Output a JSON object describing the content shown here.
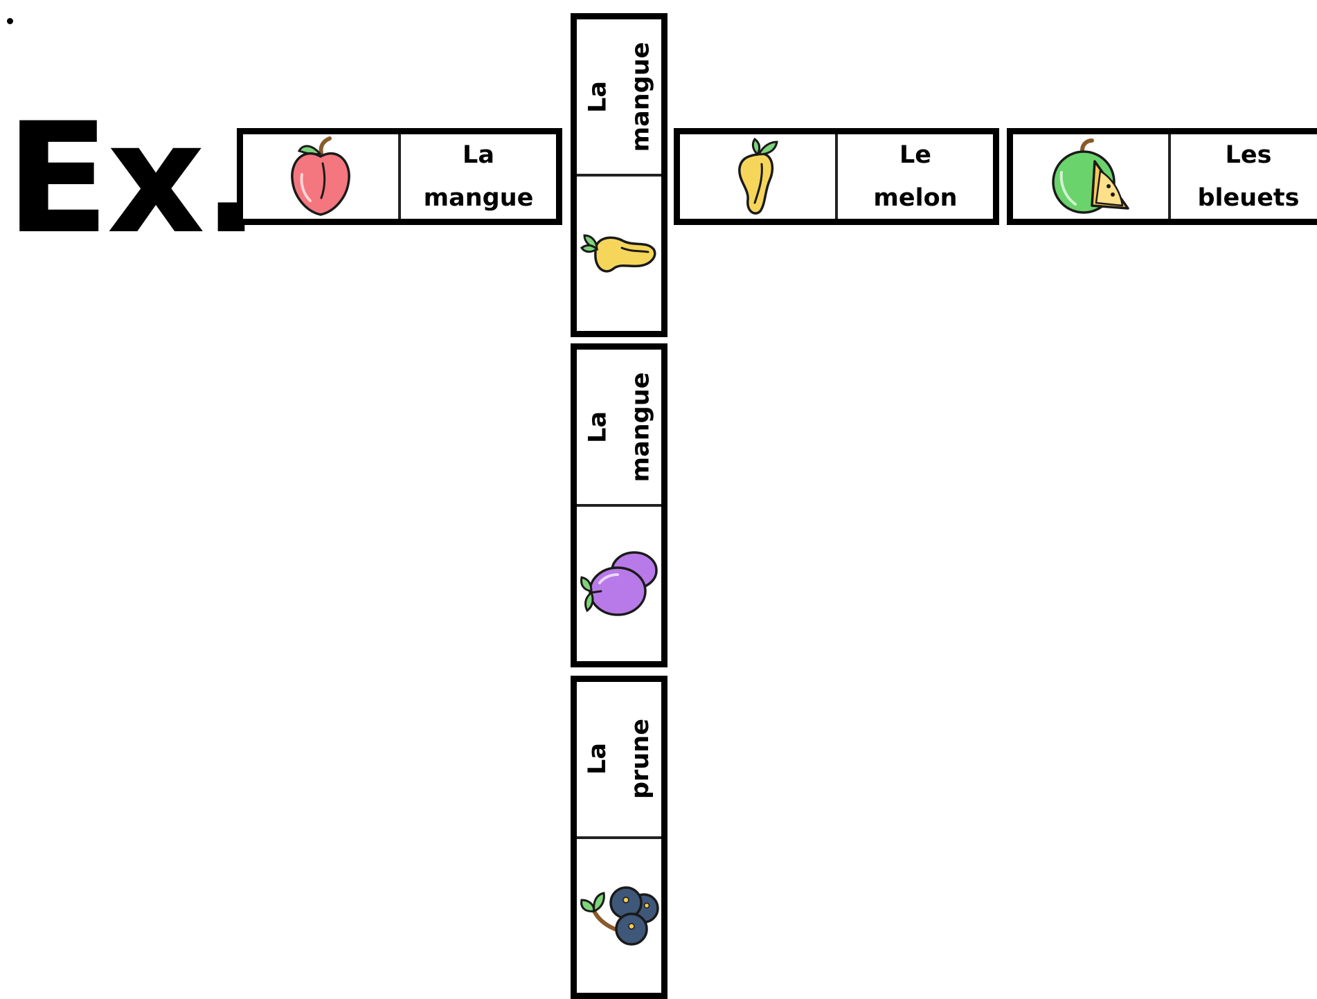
{
  "example_label": "Ex.",
  "dominoes": {
    "top_left": {
      "word_line1": "La",
      "word_line2": "mangue",
      "image": "peach-icon"
    },
    "vertical_1": {
      "word_line1": "La",
      "word_line2": "mangue",
      "image": "mango-icon"
    },
    "vertical_2": {
      "word_line1": "La",
      "word_line2": "mangue",
      "image": "plum-icon"
    },
    "vertical_3": {
      "word_line1": "La",
      "word_line2": "prune",
      "image": "blueberries-icon"
    },
    "top_middle": {
      "word_line1": "Le",
      "word_line2": "melon",
      "image": "mango-icon"
    },
    "top_right": {
      "word_line1": "Les",
      "word_line2": "bleuets",
      "image": "melon-icon"
    }
  },
  "colors": {
    "peach": "#f4767e",
    "mango": "#f6d65a",
    "leaf": "#7ed47a",
    "plum": "#b87ae8",
    "melon_rind": "#6bd36b",
    "melon_flesh": "#f6c955",
    "blueberry": "#3f5778",
    "outline": "#1a1a1a"
  }
}
